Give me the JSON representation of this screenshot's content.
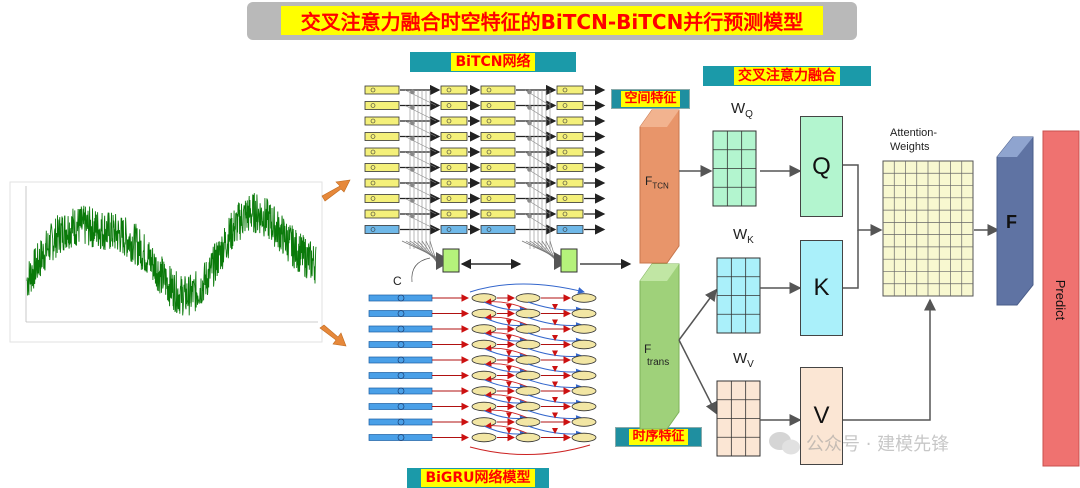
{
  "title": "交叉注意力融合时空特征的BiTCN-BiTCN并行预测模型",
  "bitcn_label": "BiTCN网络",
  "bigru_label": "BiGRU网络模型",
  "cross_attention_label": "交叉注意力融合",
  "spatial_label": "空间特征",
  "temporal_label": "时序特征",
  "f_tcn": {
    "main": "F",
    "sub": "TCN"
  },
  "f_trans": {
    "main": "F",
    "sub": "trans"
  },
  "wq": {
    "main": "W",
    "sub": "Q"
  },
  "wk": {
    "main": "W",
    "sub": "K"
  },
  "wv": {
    "main": "W",
    "sub": "V"
  },
  "q_label": "Q",
  "k_label": "K",
  "v_label": "V",
  "attention_weights": "Attention-Weights",
  "f_label": "F",
  "predict_label": "Predict",
  "concat_label": "C",
  "watermark": "公众号 · 建模先锋",
  "colors": {
    "title_bg": "#ffff00",
    "title_text": "#ff0000",
    "banner_bg": "#1b9aa9",
    "ftcn": "#e8956a",
    "ftrans": "#9fd17a",
    "q": "#b3f5cf",
    "k": "#aaf0fa",
    "v": "#fbe6d4",
    "attention": "#f8f8d0",
    "f": "#5f73a3",
    "predict": "#ef7270",
    "series": "#0a7a0a"
  }
}
